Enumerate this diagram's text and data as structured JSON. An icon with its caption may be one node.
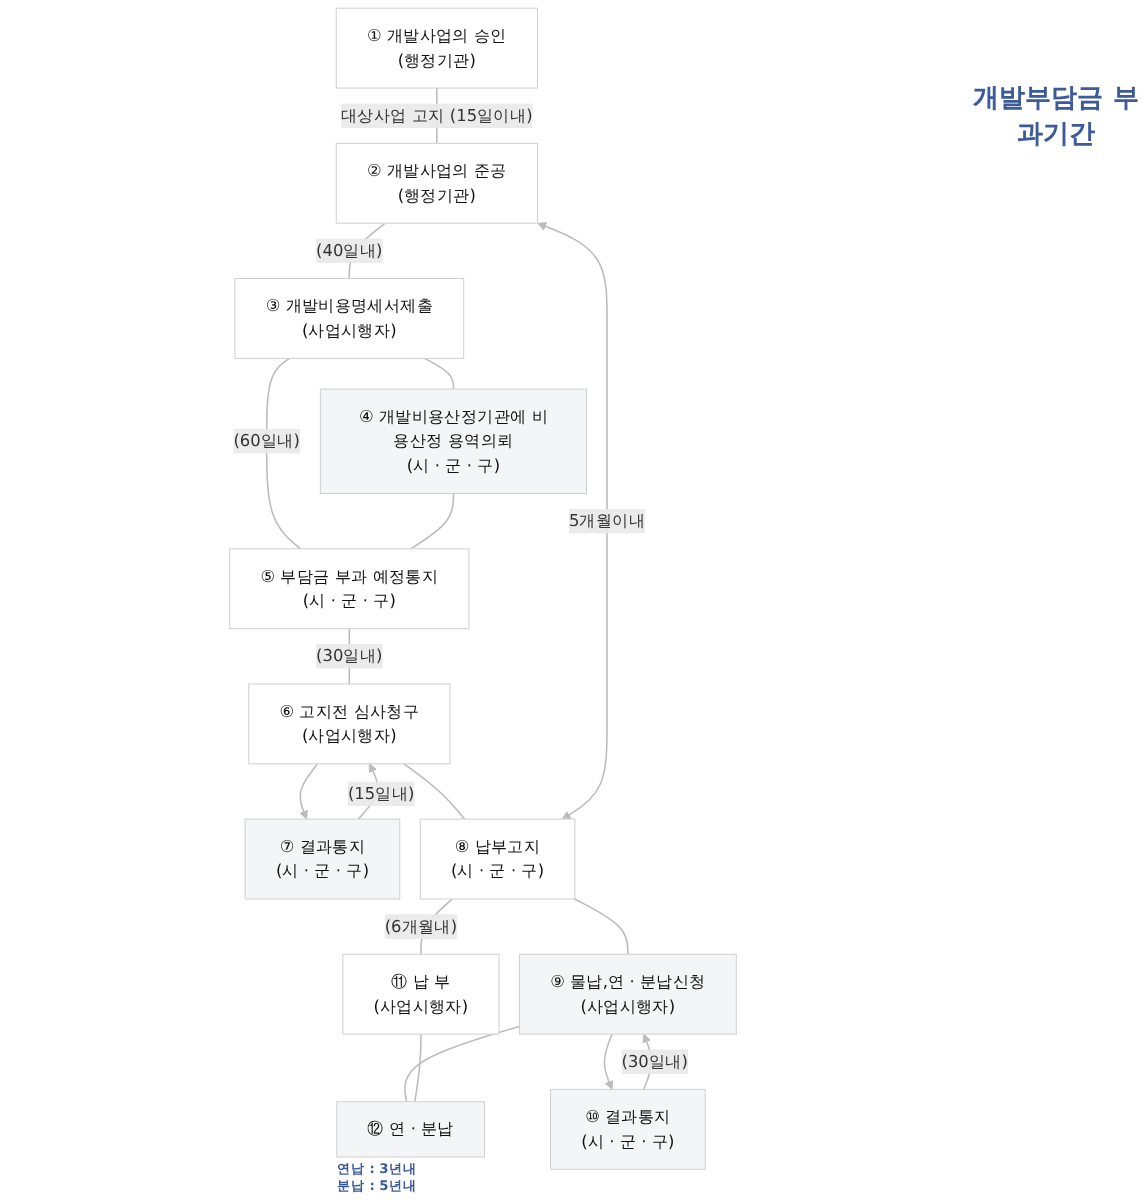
{
  "diagram": {
    "nodes": [
      {
        "text": [
          "① 개발사업의 승인",
          "(행정기관)"
        ]
      },
      {
        "text": [
          "② 개발사업의 준공",
          "(행정기관)"
        ]
      },
      {
        "text": [
          "③ 개발비용명세서제출",
          "(사업시행자)"
        ]
      },
      {
        "text": [
          "④ 개발비용산정기관에 비용산정 용역의뢰",
          "(시 · 군 · 구)"
        ]
      },
      {
        "text": [
          "⑤ 부담금 부과 예정통지",
          "(시 · 군 · 구)"
        ]
      },
      {
        "text": [
          "⑥ 고지전 심사청구",
          "(사업시행자)"
        ]
      },
      {
        "text": [
          "⑦ 결과통지",
          "(시 · 군 · 구)"
        ]
      },
      {
        "text": [
          "⑧ 납부고지",
          "(시 · 군 · 구)"
        ]
      },
      {
        "text": [
          "⑨ 물납,연 · 분납신청",
          "(사업시행자)"
        ]
      },
      {
        "text": [
          "⑩ 결과통지",
          "(시 · 군 · 구)"
        ]
      },
      {
        "text": [
          "⑪ 납 부",
          "(사업시행자)"
        ]
      },
      {
        "text": [
          "⑫ 연 · 분납"
        ],
        "beside": [
          "연납 : 3년내",
          "분납 : 5년내"
        ]
      }
    ],
    "edges": [
      {
        "from": 0,
        "to": 1,
        "arrow": "none",
        "label": "대상사업 고지 (15일이내)"
      },
      {
        "from": 1,
        "to": 2,
        "arrow": "none",
        "label": "(40일내)"
      },
      {
        "from": 2,
        "to": 4,
        "arrow": "none",
        "label": "(60일내)"
      },
      {
        "from": 2,
        "to": 3,
        "arrow": "none"
      },
      {
        "from": 3,
        "to": 4,
        "arrow": "none"
      },
      {
        "from": 4,
        "to": 5,
        "arrow": "none",
        "label": "(30일내)"
      },
      {
        "from": 5,
        "to": 6,
        "arrow": "to"
      },
      {
        "from": 6,
        "to": 5,
        "arrow": "to",
        "label": "(15일내)"
      },
      {
        "from": 5,
        "to": 7,
        "arrow": "none"
      },
      {
        "from": 1,
        "to": 7,
        "arrow": "both",
        "label": "5개월이내"
      },
      {
        "from": 7,
        "to": 10,
        "arrow": "none",
        "label": "(6개월내)"
      },
      {
        "from": 7,
        "to": 8,
        "arrow": "none"
      },
      {
        "from": 8,
        "to": 9,
        "arrow": "to"
      },
      {
        "from": 9,
        "to": 8,
        "arrow": "to",
        "label": "(30일내)"
      },
      {
        "from": 8,
        "to": 11,
        "arrow": "none"
      },
      {
        "from": 10,
        "to": 11,
        "arrow": "none"
      }
    ],
    "labels": [
      "개발부담금 부과기간"
    ]
  }
}
